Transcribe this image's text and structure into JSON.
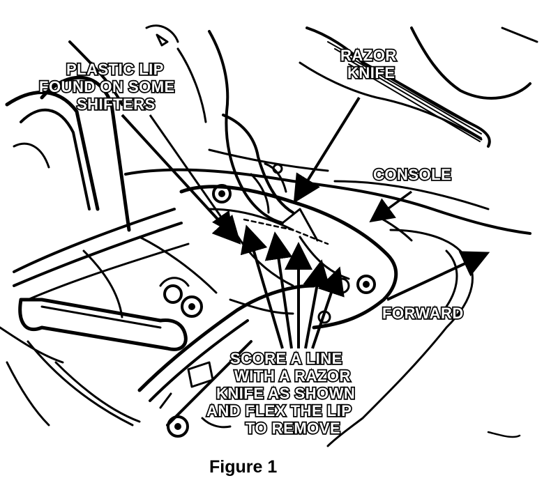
{
  "labels": {
    "plastic_lip": [
      "PLASTIC LIP",
      "FOUND ON SOME",
      "SHIFTERS"
    ],
    "razor_knife": [
      "RAZOR",
      "KNIFE"
    ],
    "console": "CONSOLE",
    "forward": "FORWARD",
    "instruction": [
      "SCORE A LINE",
      "WITH A RAZOR",
      "KNIFE AS SHOWN",
      "AND FLEX THE LIP",
      "TO REMOVE"
    ]
  },
  "caption": "Figure 1"
}
